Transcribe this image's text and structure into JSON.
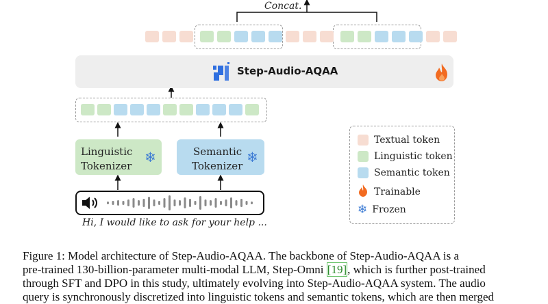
{
  "diagram": {
    "concat_label": "Concat.",
    "model_name": "Step-Audio-AQAA",
    "tokenizers": {
      "linguistic": [
        "Linguistic",
        "Tokenizer"
      ],
      "semantic": [
        "Semantic",
        "Tokenizer"
      ]
    },
    "audio_transcript": "Hi, I would like to ask for your help ...",
    "colors": {
      "textual": "#f7ddd2",
      "linguistic": "#cde8c6",
      "semantic": "#b8dbef",
      "backbone": "#eeeeee",
      "flame": "#f26b21",
      "snowflake": "#3c7bd4",
      "logo": "#2f6fe0"
    },
    "top_token_sequence": [
      "textual",
      "textual",
      "textual",
      "linguistic",
      "linguistic",
      "semantic",
      "semantic",
      "semantic",
      "textual",
      "textual",
      "textual",
      "linguistic",
      "linguistic",
      "semantic",
      "semantic",
      "semantic",
      "textual",
      "textual"
    ],
    "tokenizer_output_sequence": [
      "linguistic",
      "linguistic",
      "semantic",
      "semantic",
      "semantic",
      "linguistic",
      "linguistic",
      "semantic",
      "semantic",
      "semantic",
      "linguistic"
    ],
    "icons": [
      "flame-icon",
      "snowflake-icon",
      "speaker-icon",
      "step-logo-icon"
    ]
  },
  "legend": {
    "items": [
      {
        "label": "Textual token",
        "color": "#f7ddd2"
      },
      {
        "label": "Linguistic token",
        "color": "#cde8c6"
      },
      {
        "label": "Semantic token",
        "color": "#b8dbef"
      },
      {
        "label": "Trainable",
        "icon": "flame-icon"
      },
      {
        "label": "Frozen",
        "icon": "snowflake-icon"
      }
    ]
  },
  "caption": {
    "lines": [
      "Figure 1:   Model architecture of Step-Audio-AQAA. The backbone of Step-Audio-AQAA is a",
      "pre-trained 130-billion-parameter multi-modal LLM, Step-Omni [19], which is further post-trained",
      "through SFT and DPO in this study, ultimately evolving into Step-Audio-AQAA system. The audio",
      "query is synchronously discretized into linguistic tokens and semantic tokens, which are then merged"
    ]
  }
}
